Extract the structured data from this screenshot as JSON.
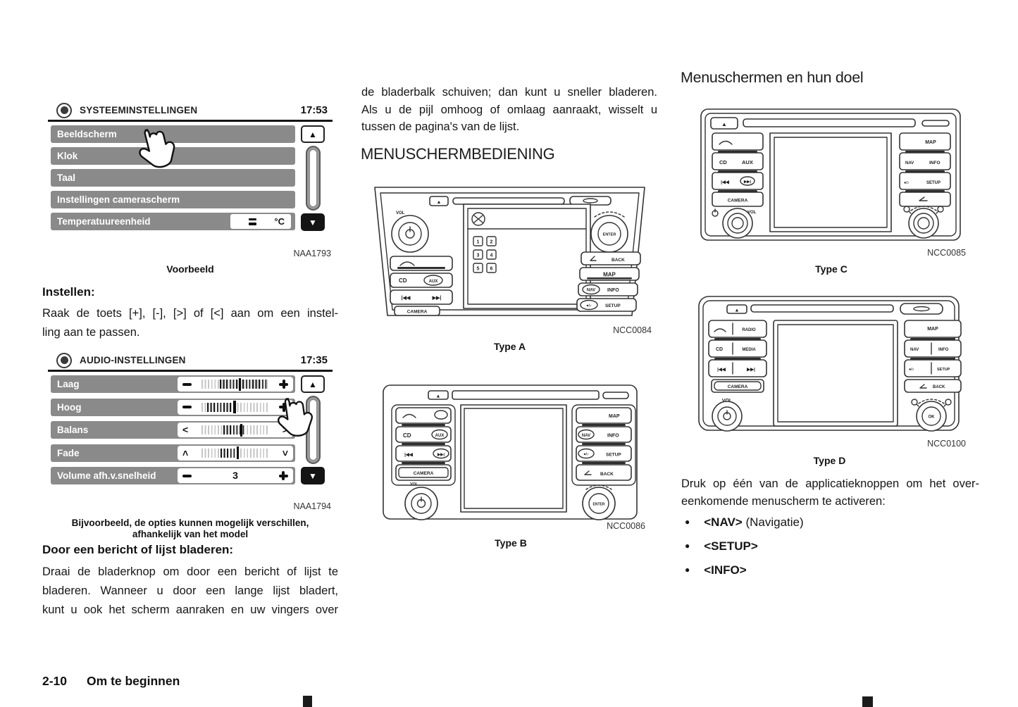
{
  "icons": {
    "up_arrow": "▲",
    "down_arrow": "▼",
    "eject": "▲",
    "bullet": "●",
    "chevron_left": "<",
    "chevron_right": ">"
  },
  "screens": {
    "system": {
      "title": "SYSTEEMINSTELLINGEN",
      "time": "17:53",
      "items": [
        "Beeldscherm",
        "Klok",
        "Taal",
        "Instellingen camerascherm",
        "Temperatuureenheid"
      ],
      "temp_unit": "°C",
      "fig": "NAA1793",
      "caption": "Voorbeeld"
    },
    "audio": {
      "title": "AUDIO-INSTELLINGEN",
      "time": "17:35",
      "rows": [
        {
          "label": "Laag",
          "start": 27,
          "end": 96,
          "cursor": 55
        },
        {
          "label": "Hoog",
          "start": 8,
          "end": 47,
          "cursor": 47
        },
        {
          "label": "Balans",
          "start": 32,
          "end": 62,
          "cursor": 57
        },
        {
          "label": "Fade",
          "start": 28,
          "end": 56,
          "cursor": 52
        },
        {
          "label": "Volume afh.v.snelheid",
          "value": "3"
        }
      ],
      "fig": "NAA1794",
      "caption_line1": "Bijvoorbeeld, de opties kunnen mogelijk verschillen,",
      "caption_line2": "afhankelijk van het model"
    }
  },
  "left": {
    "instellen_heading": "Instellen:",
    "p1": [
      "Raak de toets [+], [-], [>] of [<] aan om een instel-",
      "ling aan te passen."
    ],
    "bladeren_heading": "Door een bericht of lijst bladeren:",
    "p2": [
      "Draai de bladerknop om door een bericht of lijst te",
      "bladeren. Wanneer u door een lange lijst bladert,",
      "kunt u ook het scherm aanraken en uw vingers over"
    ]
  },
  "middle": {
    "p1": [
      "de bladerbalk schuiven; dan kunt u sneller bladeren.",
      "Als u de pijl omhoog of omlaag aanraakt, wisselt u",
      "tussen de pagina's van de lijst."
    ],
    "heading": "MENUSCHERMBEDIENING",
    "typeA": {
      "fig": "NCC0084",
      "caption": "Type A"
    },
    "typeB": {
      "fig": "NCC0086",
      "caption": "Type B"
    }
  },
  "right": {
    "heading": "Menuschermen en hun doel",
    "typeC": {
      "fig": "NCC0085",
      "caption": "Type C"
    },
    "typeD": {
      "fig": "NCC0100",
      "caption": "Type D"
    },
    "p1": [
      "Druk op één van de applicatieknoppen om het over-",
      "eenkomende menuscherm te activeren:"
    ],
    "bullets": [
      {
        "key": "<NAV>",
        "rest": " (Navigatie)"
      },
      {
        "key": "<SETUP>",
        "rest": ""
      },
      {
        "key": "<INFO>",
        "rest": ""
      }
    ]
  },
  "device_labels": {
    "vol": "VOL",
    "enter": "ENTER",
    "ok": "OK",
    "back": "BACK",
    "map": "MAP",
    "nav": "NAV",
    "info": "INFO",
    "setup": "SETUP",
    "cd": "CD",
    "aux": "AUX",
    "camera": "CAMERA",
    "radio": "RADIO",
    "media": "MEDIA",
    "note": "●/♪",
    "prev": "|◀◀",
    "next": "▶▶|",
    "presets": [
      "1",
      "2",
      "3",
      "4",
      "5",
      "6"
    ]
  },
  "footer": {
    "page": "2-10",
    "section": "Om te beginnen"
  }
}
